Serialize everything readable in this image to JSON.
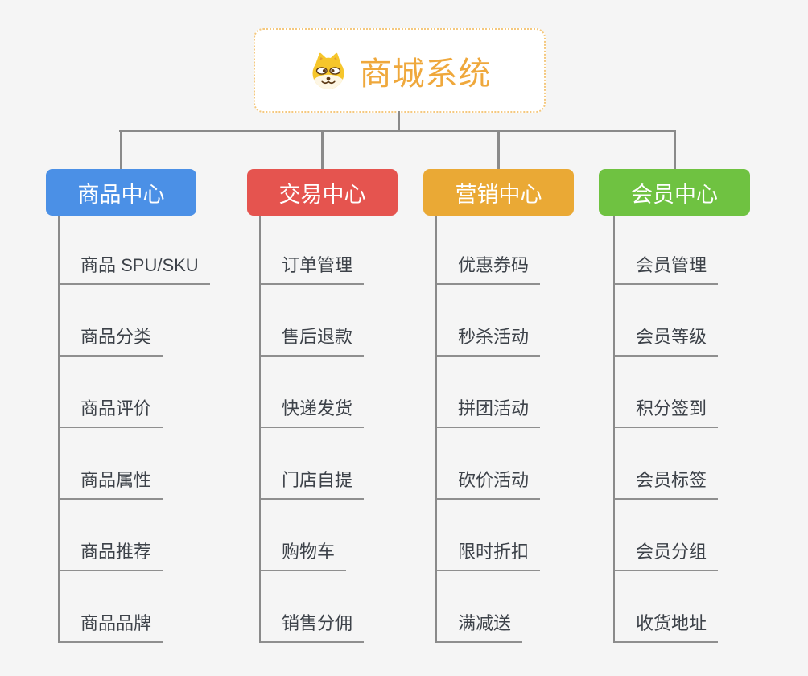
{
  "root": {
    "title": "商城系统",
    "icon": "shiba-dog-icon"
  },
  "branches": [
    {
      "id": "product-center",
      "label": "商品中心",
      "color": "#4B90E6",
      "children": [
        "商品 SPU/SKU",
        "商品分类",
        "商品评价",
        "商品属性",
        "商品推荐",
        "商品品牌"
      ]
    },
    {
      "id": "trade-center",
      "label": "交易中心",
      "color": "#E5544F",
      "children": [
        "订单管理",
        "售后退款",
        "快递发货",
        "门店自提",
        "购物车",
        "销售分佣"
      ]
    },
    {
      "id": "marketing-center",
      "label": "营销中心",
      "color": "#EAA935",
      "children": [
        "优惠券码",
        "秒杀活动",
        "拼团活动",
        "砍价活动",
        "限时折扣",
        "满减送"
      ]
    },
    {
      "id": "member-center",
      "label": "会员中心",
      "color": "#6FC241",
      "children": [
        "会员管理",
        "会员等级",
        "积分签到",
        "会员标签",
        "会员分组",
        "收货地址"
      ]
    }
  ],
  "colors": {
    "background": "#F5F5F5",
    "root_accent": "#EFA83C",
    "root_border": "#F4C87E",
    "connector": "#8A8A8A",
    "child_text": "#3D4249"
  }
}
